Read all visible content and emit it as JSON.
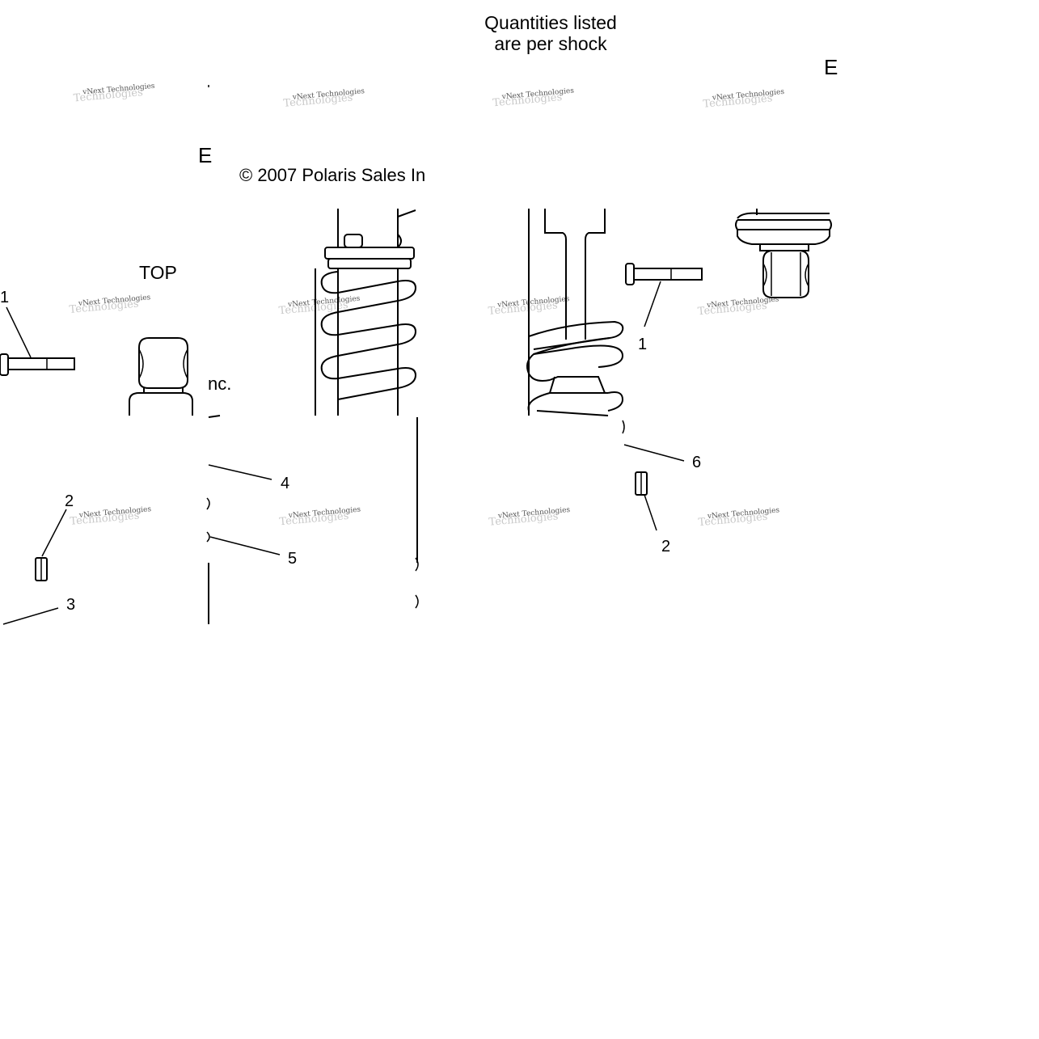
{
  "note": {
    "line1": "Quantities listed",
    "line2": "are per shock"
  },
  "copyright": {
    "left": "© 2007 Polaris Sales In",
    "fragment": "nc."
  },
  "top_label": "TOP",
  "callouts": {
    "c1a": "1",
    "c1b": "1",
    "c2a": "2",
    "c2b": "2",
    "c3": "3",
    "c4": "4",
    "c5": "5",
    "c6": "6"
  },
  "watermark": {
    "line1": "vNext Technologies",
    "line2": "Technologies"
  },
  "page_marks": {
    "mark_a": "E",
    "mark_b": "E"
  }
}
